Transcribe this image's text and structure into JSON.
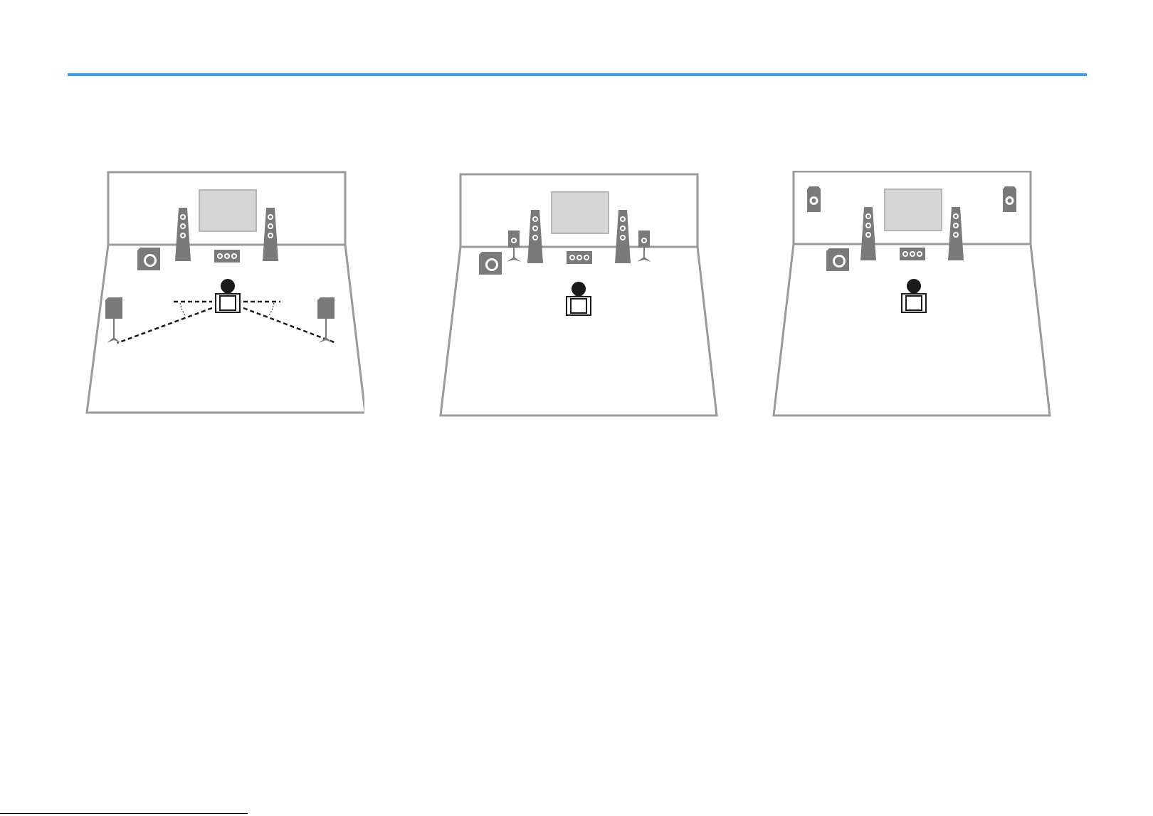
{
  "colors": {
    "accent_rule": "#3b9bed",
    "room_outline": "#9a9a9a",
    "speaker_fill": "#7a7a7a",
    "tv_fill": "#d6d6d6",
    "tv_border": "#b5b5b5",
    "listener": "#1a1a1a"
  },
  "diagrams": [
    {
      "name": "layout-surround-stands",
      "speakers": [
        "front-left",
        "front-right",
        "center",
        "subwoofer",
        "surround-left",
        "surround-right"
      ],
      "angle_guides": true
    },
    {
      "name": "layout-presence-front",
      "speakers": [
        "front-left",
        "front-right",
        "center",
        "subwoofer",
        "presence-left",
        "presence-right"
      ],
      "angle_guides": false
    },
    {
      "name": "layout-presence-wall",
      "speakers": [
        "front-left",
        "front-right",
        "center",
        "subwoofer",
        "presence-left-wall",
        "presence-right-wall"
      ],
      "angle_guides": false
    }
  ],
  "icons": [
    "tower-speaker-icon",
    "center-speaker-icon",
    "subwoofer-icon",
    "bookshelf-speaker-icon",
    "tv-icon",
    "listener-icon"
  ]
}
